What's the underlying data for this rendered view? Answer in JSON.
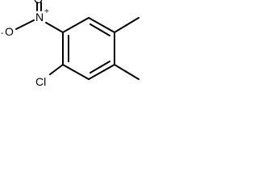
{
  "molecule": {
    "atoms": {
      "nitro_n": "N",
      "nitro_n_charge": "+",
      "nitro_o_double": "O",
      "nitro_o_single": "O",
      "nitro_o_charge": "-",
      "chlorine": "Cl"
    },
    "substituents": [
      "nitro",
      "chloro",
      "methyl",
      "methyl"
    ],
    "line_color": "#000000"
  }
}
